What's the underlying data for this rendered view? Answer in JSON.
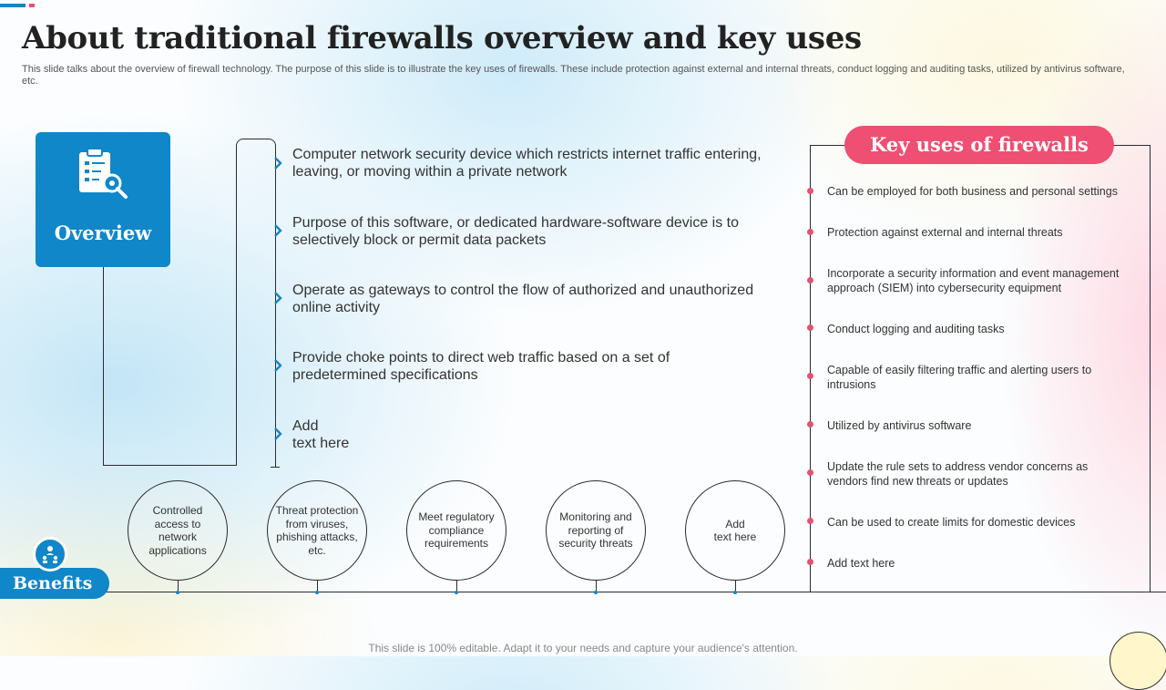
{
  "title": "About traditional firewalls overview and key uses",
  "subtitle": "This slide talks about the overview of firewall technology. The purpose of this slide is to illustrate the key uses of firewalls. These include protection against external and internal threats, conduct logging and auditing tasks, utilized by antivirus software, etc.",
  "overview": {
    "label": "Overview",
    "icon": "clipboard-search-icon",
    "items": [
      "Computer network security device which restricts internet traffic entering, leaving, or moving within a private network",
      "Purpose of this software, or dedicated hardware-software  device is to selectively block or permit data packets",
      "Operate as gateways to control the flow of authorized and unauthorized online activity",
      "Provide choke points to direct web traffic based on a set of predetermined specifications",
      "Add\ntext here"
    ]
  },
  "key_uses": {
    "heading": "Key uses of firewalls",
    "items": [
      "Can be employed for both business and personal settings",
      "Protection against external and internal threats",
      "Incorporate  a security information and event management approach (SIEM) into cybersecurity equipment",
      "Conduct logging and auditing tasks",
      "Capable of easily filtering traffic and alerting users to intrusions",
      "Utilized by antivirus  software",
      "Update the rule sets to address vendor  concerns as vendors  find new threats or updates",
      "Can be used to create limits for domestic devices",
      "Add text here"
    ]
  },
  "benefits": {
    "label": "Benefits",
    "icon": "people-network-icon",
    "items": [
      "Controlled access to network applications",
      "Threat protection from viruses, phishing attacks, etc.",
      "Meet regulatory compliance requirements",
      "Monitoring and reporting of security threats",
      "Add\ntext here"
    ]
  },
  "footer": "This slide is 100% editable. Adapt it to your needs and capture your audience's attention.",
  "colors": {
    "blue": "#0f87c9",
    "pink": "#ef4f72",
    "line": "#2b2b33"
  }
}
